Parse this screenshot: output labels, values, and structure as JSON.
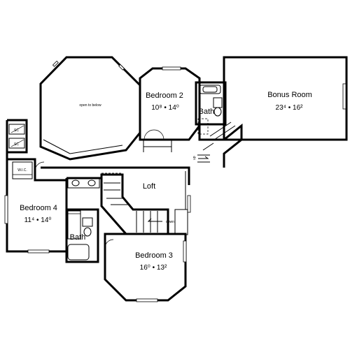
{
  "plan": {
    "rooms": {
      "open_to_below": "open to below",
      "bedroom2_name": "Bedroom 2",
      "bedroom2_dim": "10⁸ • 14⁰",
      "bonus_name": "Bonus Room",
      "bonus_dim": "23⁴ • 16²",
      "bath_upper": "Bath",
      "loft": "Loft",
      "bedroom4_name": "Bedroom 4",
      "bedroom4_dim": "11⁴ • 14⁰",
      "bath_lower": "Bath",
      "bedroom3_name": "Bedroom 3",
      "bedroom3_dim": "16⁰ • 13²"
    },
    "marks": {
      "wic": "W.I.C.",
      "shelf1": "SC",
      "shelf2": "SC",
      "up": "up",
      "down": "down"
    }
  }
}
